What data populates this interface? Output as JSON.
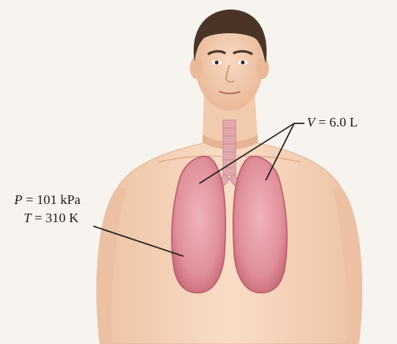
{
  "labels": {
    "volume": {
      "symbol": "V",
      "value": "= 6.0 L"
    },
    "pressure": {
      "symbol": "P",
      "value": "= 101 kPa"
    },
    "temperature": {
      "symbol": "T",
      "value": "= 310 K"
    }
  },
  "colors": {
    "background": "#f7f3ee",
    "skin": "#f5d3b8",
    "skin_shadow": "#e7b999",
    "hair": "#4a3428",
    "lung": "#e79aa3",
    "lung_dark": "#c76a78",
    "trachea": "#e2a9ad",
    "leader_line": "#1c1c1c"
  }
}
